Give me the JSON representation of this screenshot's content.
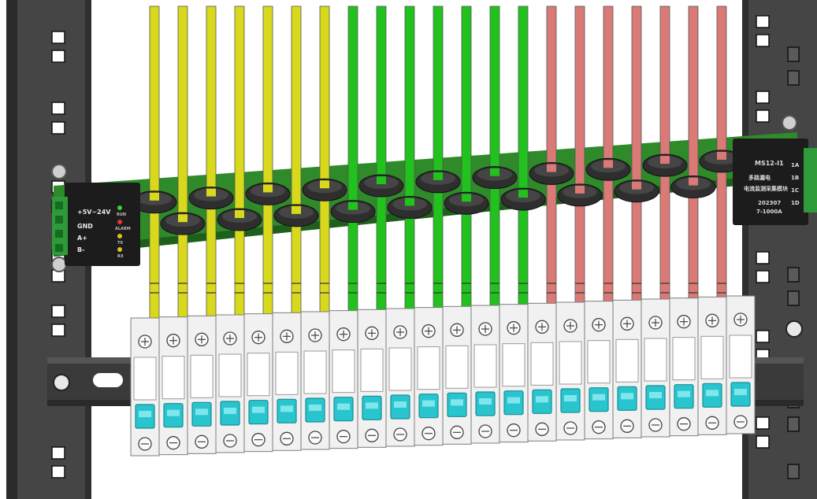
{
  "scene": {
    "colors": {
      "rack": "#3f3f3f",
      "rack_dark": "#2b2b2b",
      "rail": "#4a4a4a",
      "pcb": "#2f8a2a",
      "pcb_dark": "#1f5f1c",
      "ring": "#2e2e2e",
      "wire_yellow": "#d8d81c",
      "wire_green": "#22c21e",
      "wire_red": "#d97a76",
      "breaker_body": "#f1f1f1",
      "breaker_line": "#7d7d7d",
      "toggle": "#29c5cf",
      "module": "#1c1c1c",
      "terminal": "#2e9a3a"
    },
    "wire_groups": [
      {
        "color_key": "wire_yellow",
        "count": 7
      },
      {
        "color_key": "wire_green",
        "count": 7
      },
      {
        "color_key": "wire_red",
        "count": 7
      }
    ],
    "breaker_count": 22,
    "left_module": {
      "labels": [
        "+5V~24V",
        "GND",
        "A+",
        "B-"
      ],
      "led_labels": [
        "RUN",
        "ALARM",
        "TX",
        "RX"
      ]
    },
    "right_module": {
      "model": "MS12-I1",
      "name_line1": "多路漏电",
      "name_line2": "电流监测采集模块",
      "date_line": "202307",
      "serial_line": "7-1000A",
      "side_labels": [
        "1A",
        "1B",
        "1C",
        "1D"
      ]
    }
  }
}
